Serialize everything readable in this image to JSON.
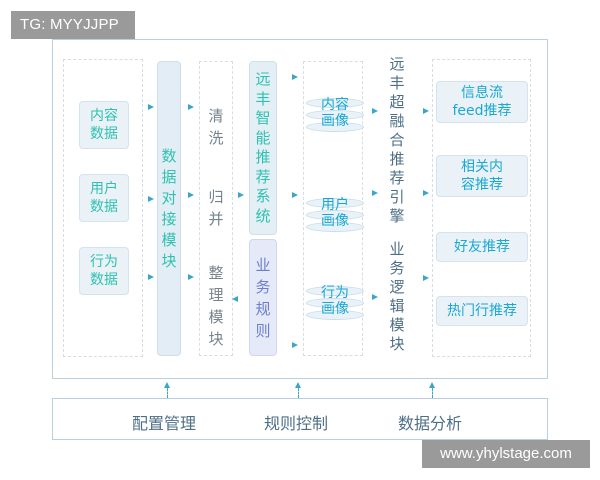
{
  "tag": "TG: MYYJJPP",
  "watermark": "www.yhylstage.com",
  "sources": [
    {
      "label_1": "内容",
      "label_2": "数据"
    },
    {
      "label_1": "用户",
      "label_2": "数据"
    },
    {
      "label_1": "行为",
      "label_2": "数据"
    }
  ],
  "connector": [
    "数",
    "据",
    "对",
    "接",
    "模",
    "块"
  ],
  "processing": {
    "clean": [
      "清",
      "洗"
    ],
    "merge": [
      "归",
      "并"
    ],
    "organize": [
      "整",
      "理",
      "模",
      "块"
    ]
  },
  "core": [
    "远",
    "丰",
    "智",
    "能",
    "推",
    "荐",
    "系",
    "统"
  ],
  "rules": [
    "业",
    "务",
    "规",
    "则"
  ],
  "profiles": [
    {
      "label_1": "内容",
      "label_2": "画像"
    },
    {
      "label_1": "用户",
      "label_2": "画像"
    },
    {
      "label_1": "行为",
      "label_2": "画像"
    }
  ],
  "engine": [
    "远",
    "丰",
    "超",
    "融",
    "合",
    "推",
    "荐",
    "引",
    "擎"
  ],
  "engine_rules": [
    "业",
    "务",
    "逻",
    "辑",
    "模",
    "块"
  ],
  "recommendations": [
    {
      "label_1": "信息流",
      "label_2": "feed推荐"
    },
    {
      "label_1": "相关内",
      "label_2": "容推荐"
    },
    {
      "label_1": "好友推荐",
      "label_2": ""
    },
    {
      "label_1": "热门行推荐",
      "label_2": ""
    }
  ],
  "bottom": [
    "配置管理",
    "规则控制",
    "数据分析"
  ],
  "colors": {
    "accent_teal": "#2fc1b0",
    "accent_blue": "#1aa8d3",
    "border": "#b7cfe0"
  }
}
